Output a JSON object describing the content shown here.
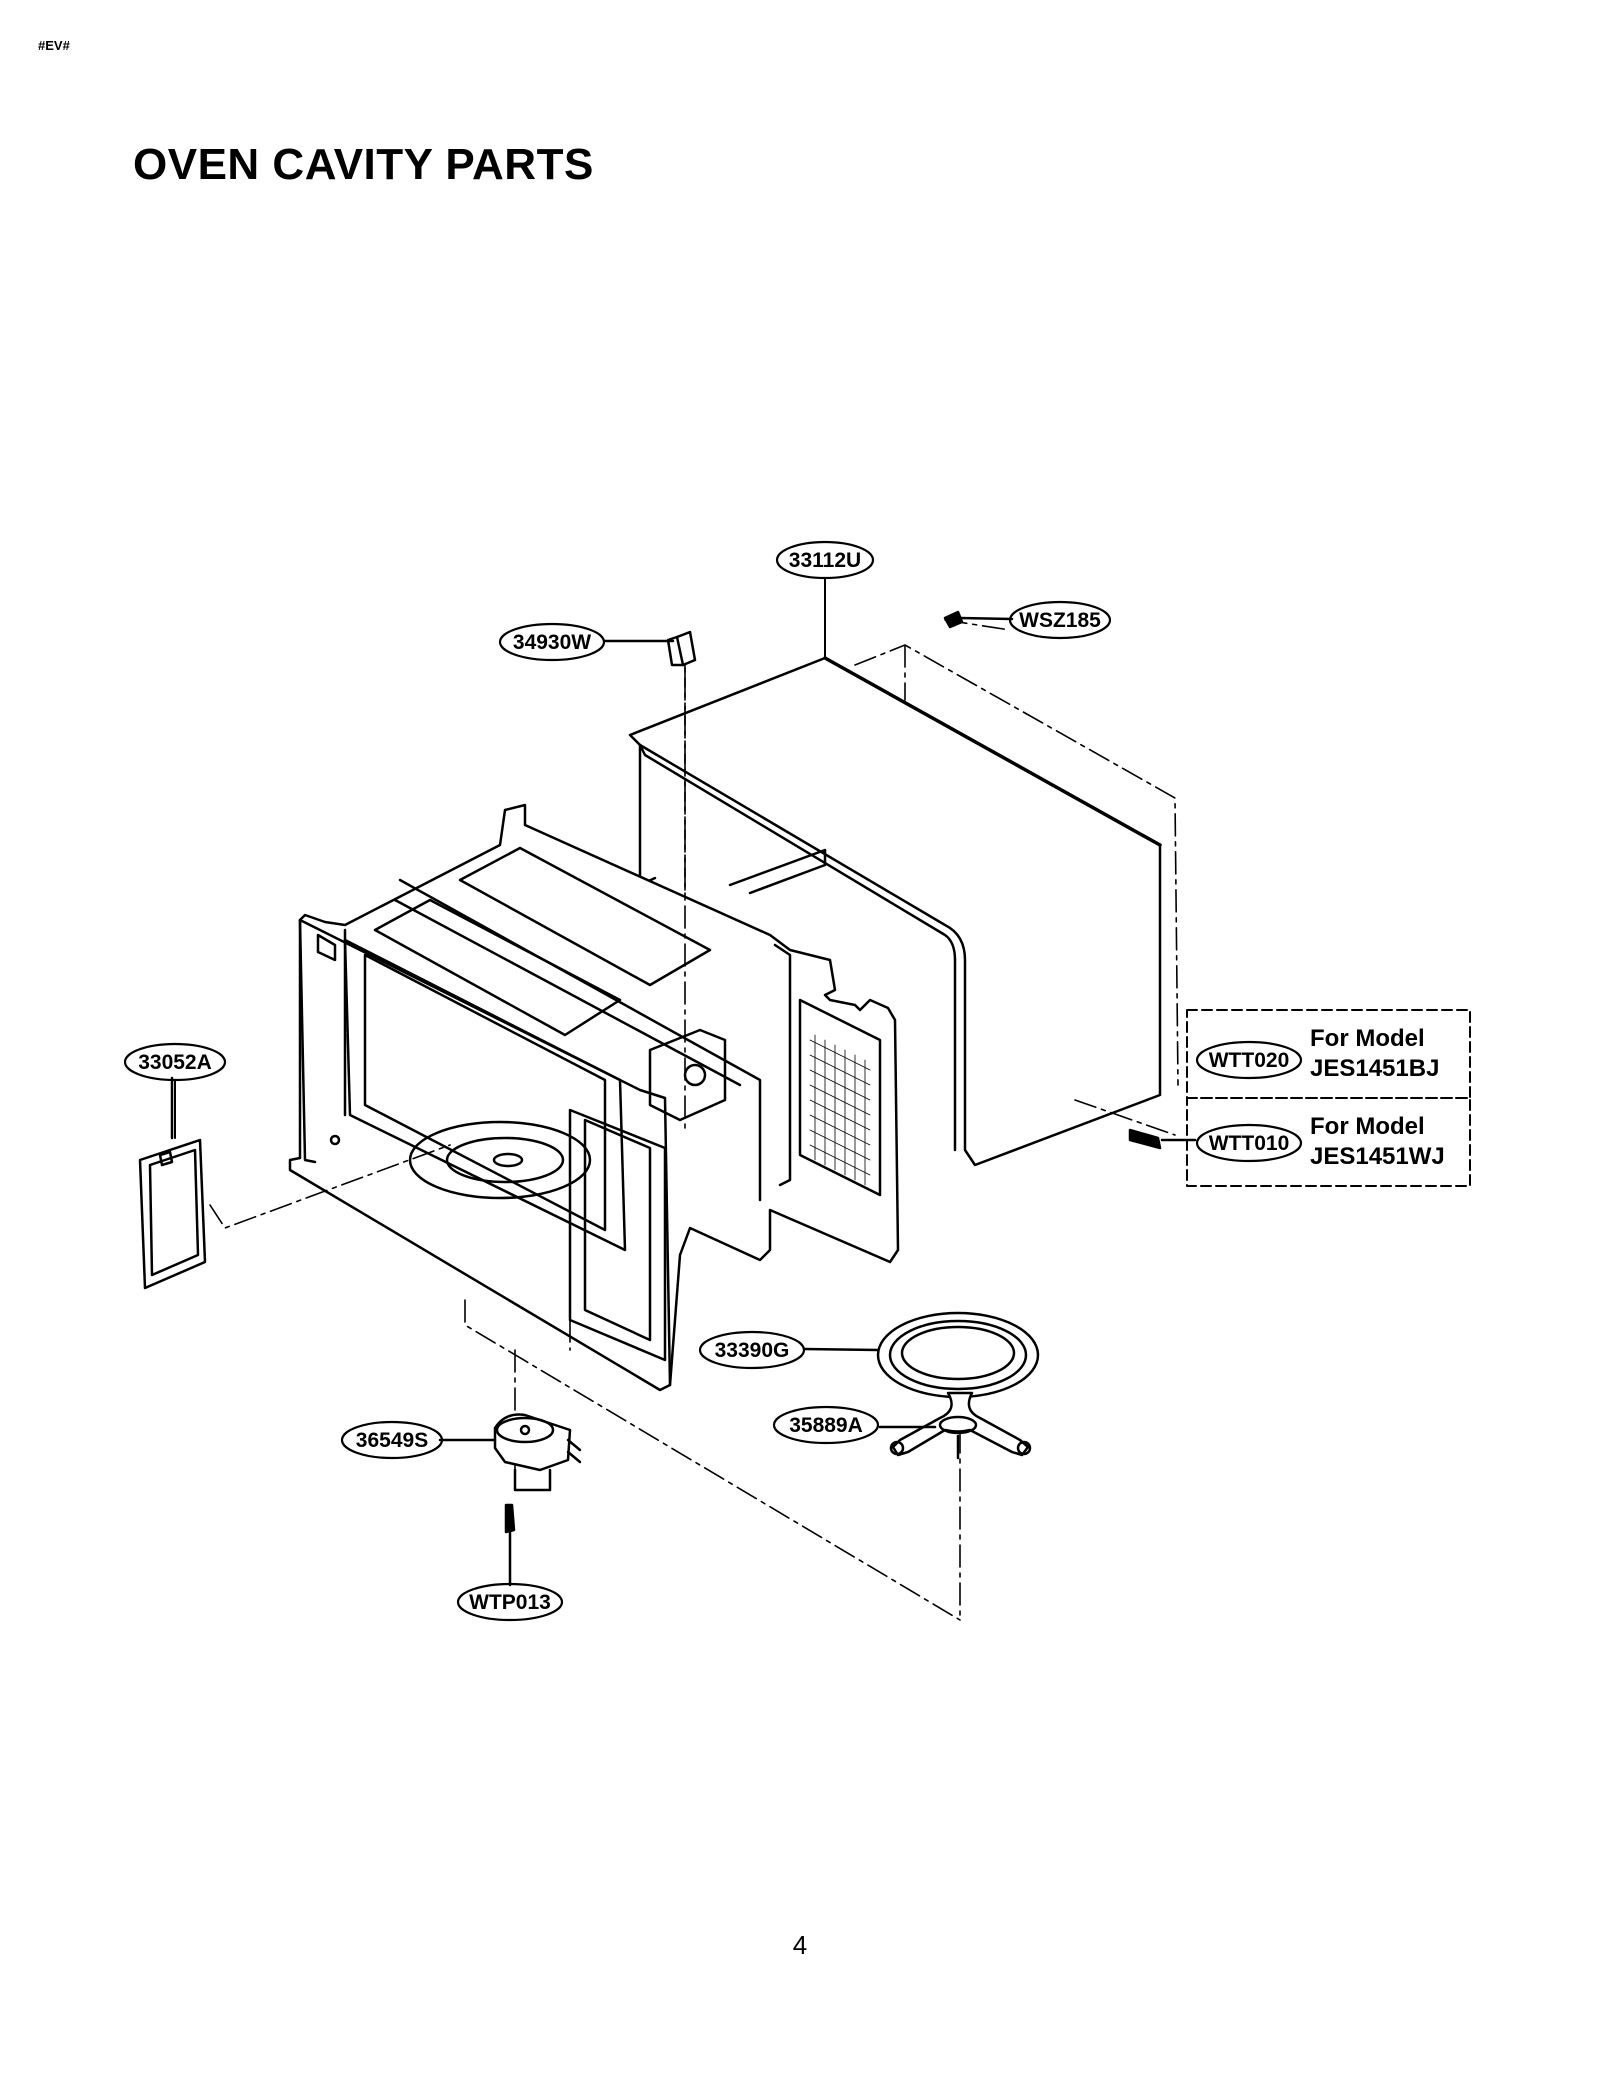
{
  "header": {
    "code": "#EV#",
    "title": "OVEN CAVITY PARTS"
  },
  "parts": {
    "p33112U": "33112U",
    "pWSZ185": "WSZ185",
    "p34930W": "34930W",
    "p33052A": "33052A",
    "p33390G": "33390G",
    "p35889A": "35889A",
    "p36549S": "36549S",
    "pWTP013": "WTP013",
    "pWTT020": "WTT020",
    "pWTT010": "WTT010"
  },
  "model_notes": {
    "bj_line1": "For Model",
    "bj_line2": "JES1451BJ",
    "wj_line1": "For Model",
    "wj_line2": "JES1451WJ"
  },
  "footer": {
    "page_number": "4"
  }
}
